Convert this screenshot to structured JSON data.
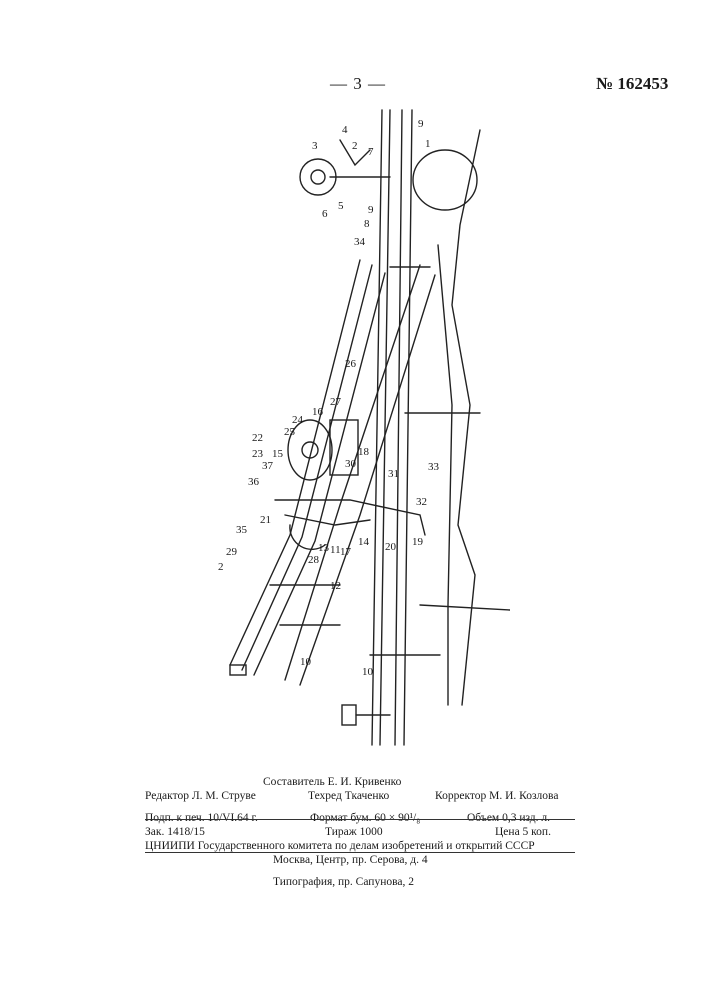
{
  "header": {
    "page_number": "— 3 —",
    "patent_number": "№ 162453"
  },
  "drawing": {
    "labels": [
      "9",
      "4",
      "3",
      "1",
      "7",
      "2",
      "5",
      "6",
      "8",
      "9",
      "34",
      "26",
      "27",
      "16",
      "24",
      "25",
      "22",
      "23",
      "15",
      "37",
      "36",
      "18",
      "30",
      "31",
      "33",
      "32",
      "19",
      "20",
      "14",
      "17",
      "21",
      "35",
      "29",
      "2",
      "28",
      "13",
      "11",
      "12",
      "10",
      "10"
    ]
  },
  "credits": {
    "compiler": "Составитель Е. И. Кривенко",
    "editor": "Редактор Л. М. Струве",
    "tech_editor": "Техред Ткаченко",
    "proofreader": "Корректор М. И. Козлова",
    "signed": "Подп. к печ. 10/VI.64 г.",
    "format": "Формат бум. 60 × 90¹/₈",
    "volume": "Объем 0,3 изд. л.",
    "order": "Зак. 1418/15",
    "circulation": "Тираж 1000",
    "price": "Цена 5 коп.",
    "institute": "ЦНИИПИ Государственного комитета по делам изобретений и открытий СССР",
    "address": "Москва, Центр, пр. Серова, д. 4",
    "printer": "Типография, пр. Сапунова, 2"
  }
}
